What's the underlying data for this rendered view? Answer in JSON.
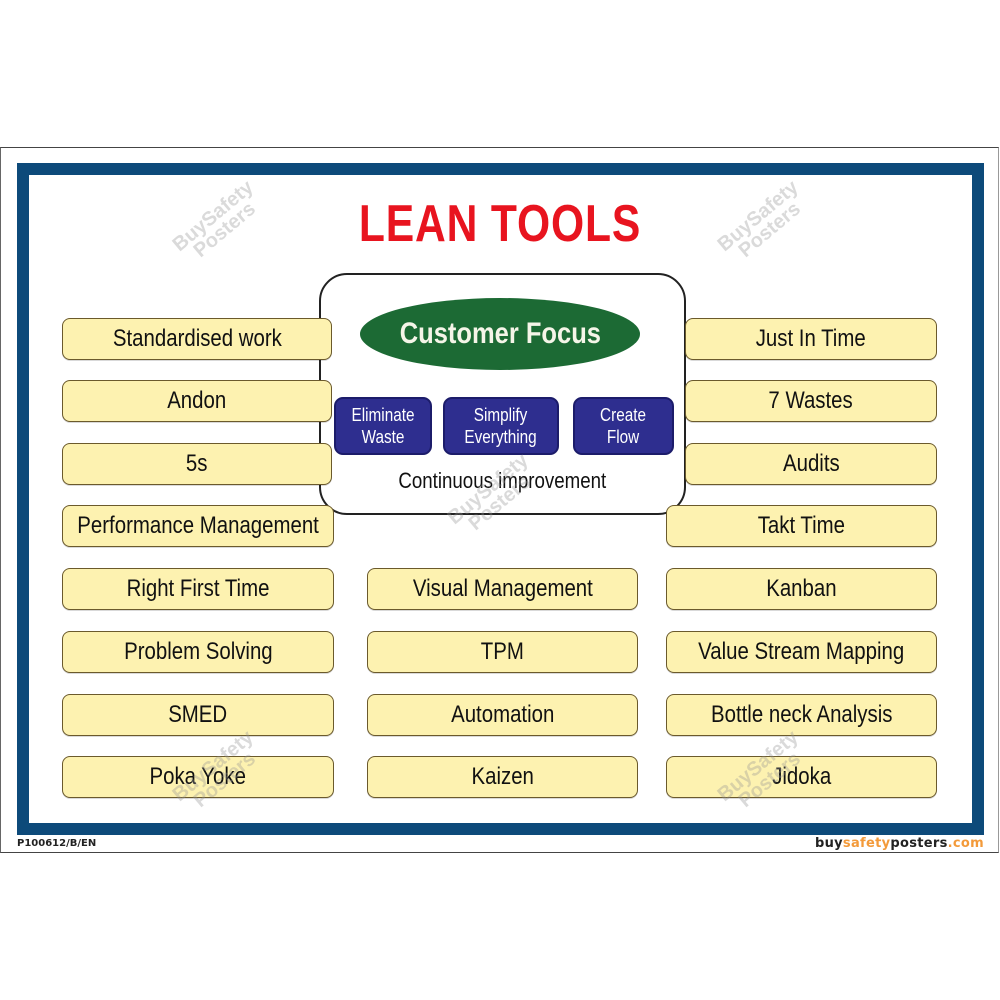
{
  "poster": {
    "title": "LEAN TOOLS",
    "colors": {
      "frame": "#0d4a7a",
      "title": "#e8141f",
      "ellipse": "#1c6a34",
      "pill": "#2e2e8f",
      "tool_fill": "#fdf2b0",
      "tool_border": "#6b5a2c",
      "brand_accent": "#f39a3a"
    },
    "center": {
      "focus": "Customer Focus",
      "principles": [
        {
          "label": "Eliminate\nWaste"
        },
        {
          "label": "Simplify\nEverything"
        },
        {
          "label": "Create\nFlow"
        }
      ],
      "footer": "Continuous improvement"
    },
    "left_column": [
      "Standardised work",
      "Andon",
      "5s",
      "Performance Management",
      "Right First Time",
      "Problem Solving",
      "SMED",
      "Poka Yoke"
    ],
    "middle_column": [
      "Visual Management",
      "TPM",
      "Automation",
      "Kaizen"
    ],
    "right_column": [
      "Just In Time",
      "7 Wastes",
      "Audits",
      "Takt Time",
      "Kanban",
      "Value Stream Mapping",
      "Bottle neck Analysis",
      "Jidoka"
    ]
  },
  "footer": {
    "code": "P100612/B/EN",
    "brand_part1": "buy",
    "brand_part2": "safety",
    "brand_part3": "posters",
    "brand_part4": ".com"
  },
  "watermark": {
    "line1": "BuySafety",
    "line2": "Posters"
  }
}
